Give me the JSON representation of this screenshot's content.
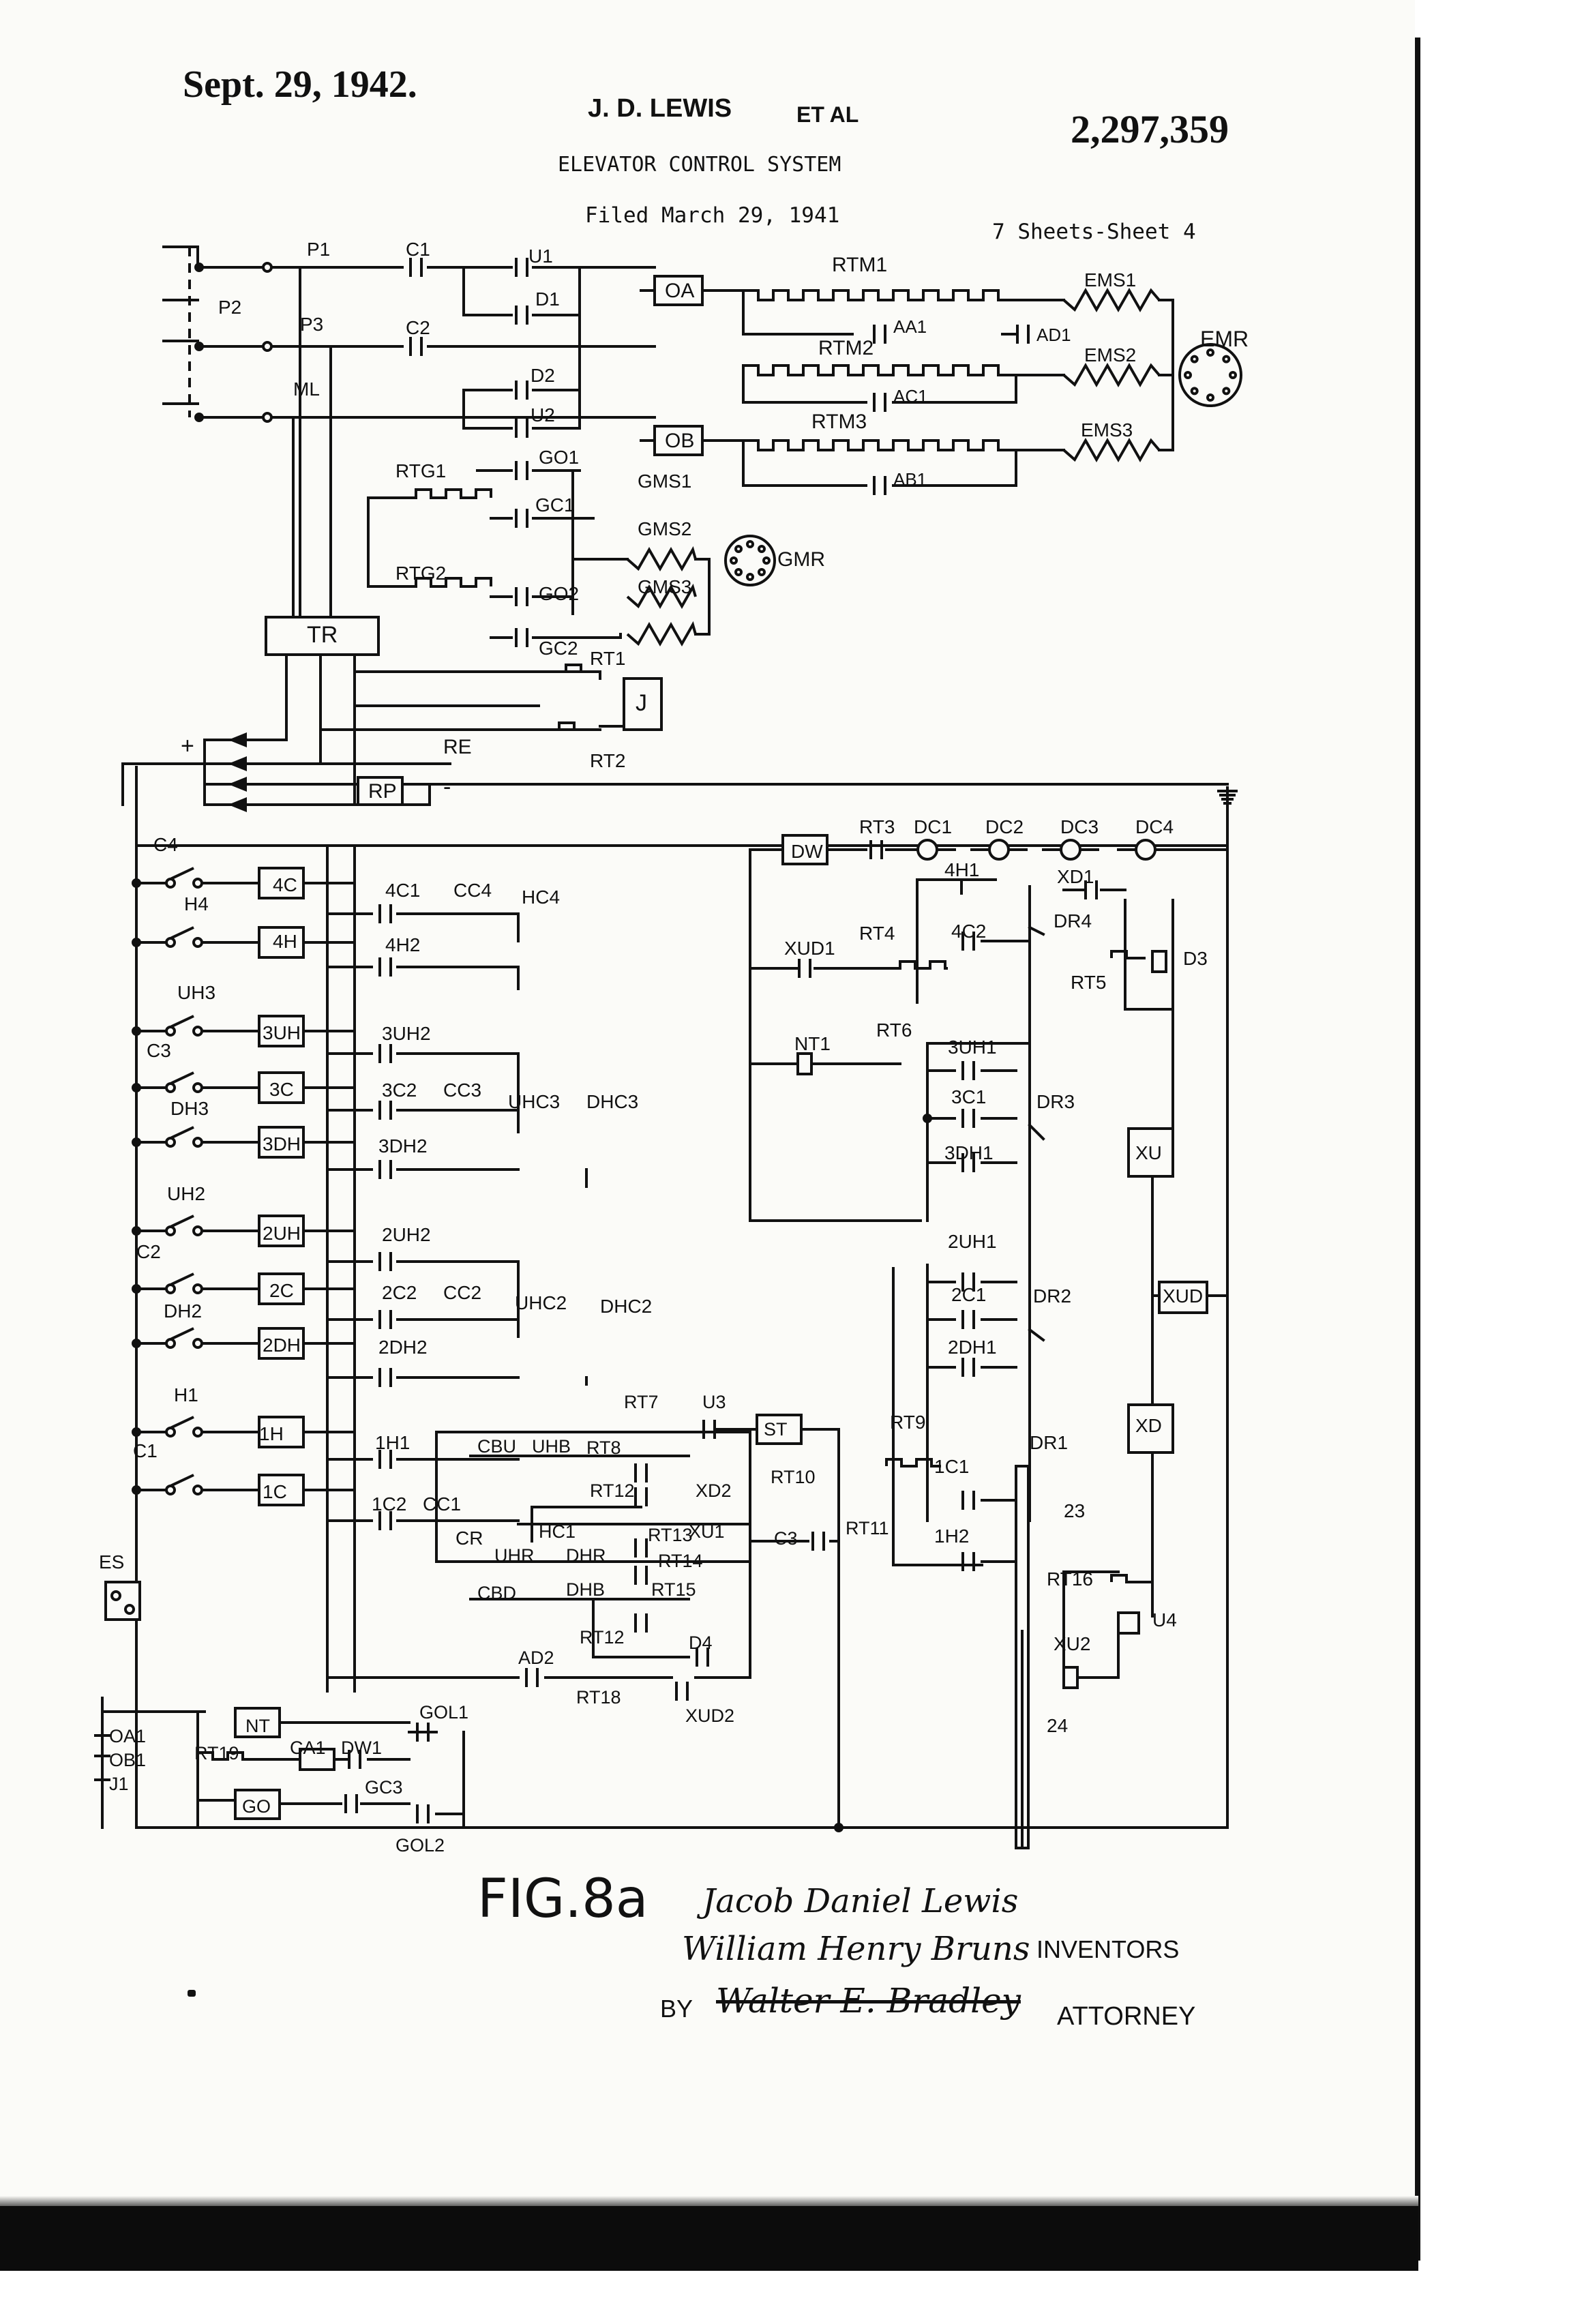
{
  "header": {
    "date": "Sept. 29, 1942.",
    "inventors_short": "J. D. LEWIS",
    "et_al": "ET AL",
    "patent_number": "2,297,359",
    "title": "ELEVATOR CONTROL SYSTEM",
    "filed": "Filed March 29, 1941",
    "sheets": "7 Sheets-Sheet 4"
  },
  "figure_label": "FIG.8a",
  "signatures": {
    "inventor_1": "Jacob Daniel Lewis",
    "inventor_2": "William Henry Bruns",
    "inventors_label": "INVENTORS",
    "by": "BY",
    "attorney_signature": "Walter E. Bradley",
    "attorney_label": "ATTORNEY"
  },
  "diagram_labels": {
    "power": [
      "P1",
      "P2",
      "P3",
      "ML",
      "C1",
      "C2",
      "U1",
      "D1",
      "D2",
      "U2",
      "OA",
      "OB",
      "RTM1",
      "RTM2",
      "RTM3",
      "AA1",
      "AD1",
      "AC1",
      "AB1",
      "EMS1",
      "EMS2",
      "EMS3",
      "EMR"
    ],
    "generator": [
      "RTG1",
      "RTG2",
      "GO1",
      "GC1",
      "GO2",
      "GC2",
      "GMS1",
      "GMS2",
      "GMS3",
      "GMR",
      "TR",
      "RT1",
      "RT2",
      "J",
      "RE",
      "RP",
      "+",
      "-"
    ],
    "left_relays": [
      "C4",
      "H4",
      "4C",
      "4H",
      "4C1",
      "CC4",
      "4H2",
      "HC4",
      "UH3",
      "3UH",
      "3UH2",
      "C3",
      "3C",
      "3C2",
      "CC3",
      "UHC3",
      "DH3",
      "3DH",
      "3DH2",
      "DHC3",
      "UH2",
      "2UH",
      "2UH2",
      "C2",
      "2C",
      "2C2",
      "CC2",
      "UHC2",
      "DH2",
      "2DH",
      "2DH2",
      "DHC2",
      "H1",
      "1H",
      "1H1",
      "C1",
      "1C",
      "1C2",
      "CC1",
      "CR",
      "ES"
    ],
    "center": [
      "CBU",
      "UHB",
      "RT7",
      "RT8",
      "U3",
      "ST",
      "RT12",
      "XD2",
      "HC1",
      "RT13",
      "XU1",
      "UHR",
      "DHR",
      "RT14",
      "C3",
      "RT10",
      "RT11",
      "CBD",
      "DHB",
      "RT15",
      "RT12",
      "D4",
      "AD2",
      "RT18",
      "XUD2"
    ],
    "bottom_left": [
      "OA1",
      "OB1",
      "J1",
      "NT",
      "RT19",
      "CA1",
      "DW1",
      "GOL1",
      "GO",
      "GC3",
      "GOL2"
    ],
    "right": [
      "DW",
      "RT3",
      "DC1",
      "DC2",
      "DC3",
      "DC4",
      "4H1",
      "XD1",
      "XUD1",
      "RT4",
      "4C2",
      "DR4",
      "RT5",
      "D3",
      "RT6",
      "NT1",
      "3UH1",
      "3C1",
      "3DH1",
      "DR3",
      "XU",
      "2UH1",
      "2C1",
      "2DH1",
      "DR2",
      "XUD",
      "RT9",
      "1C1",
      "1H2",
      "DR1",
      "23",
      "XD",
      "RT16",
      "U4",
      "XU2",
      "24"
    ]
  }
}
